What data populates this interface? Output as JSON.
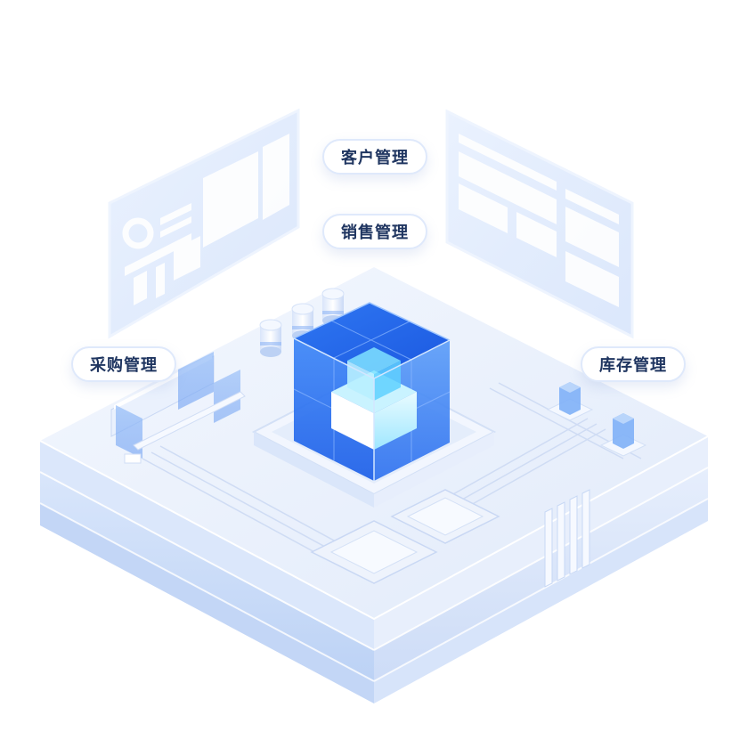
{
  "labels": {
    "customer_management": "客户管理",
    "sales_management": "销售管理",
    "purchase_management": "采购管理",
    "inventory_management": "库存管理"
  },
  "colors": {
    "accent_blue": "#1f6ef5",
    "light_blue": "#cfe0fb",
    "platform_top": "#eef3fc",
    "label_text": "#1f3560"
  }
}
